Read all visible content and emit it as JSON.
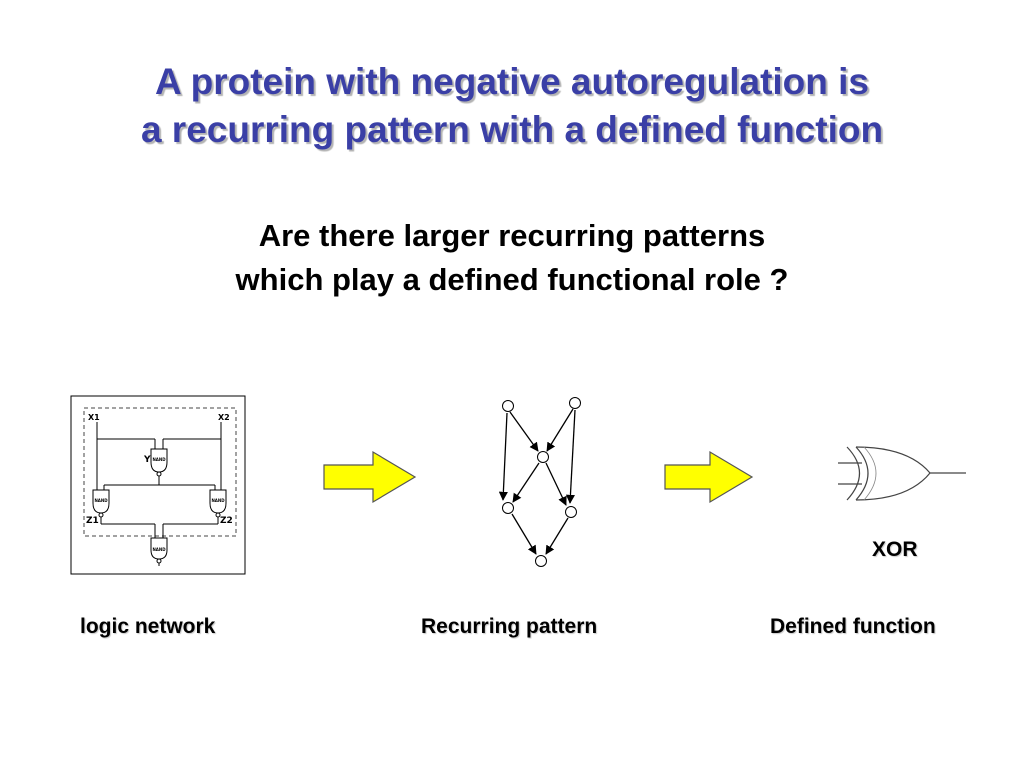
{
  "title": {
    "line1": "A protein with negative autoregulation is",
    "line2": "a recurring pattern with a defined function"
  },
  "subtitle": {
    "line1": "Are there larger recurring patterns",
    "line2": "which play a defined functional role ?"
  },
  "logic_network": {
    "caption": "logic network",
    "labels": {
      "x1": "X1",
      "x2": "X2",
      "y": "Y",
      "z1": "Z1",
      "z2": "Z2"
    },
    "gate_type": "NAND"
  },
  "recurring_pattern": {
    "caption": "Recurring pattern"
  },
  "defined_function": {
    "caption": "Defined function",
    "gate_label": "XOR"
  },
  "colors": {
    "title": "#3a3fa6",
    "arrow_fill": "#ffff00",
    "arrow_stroke": "#555555"
  }
}
